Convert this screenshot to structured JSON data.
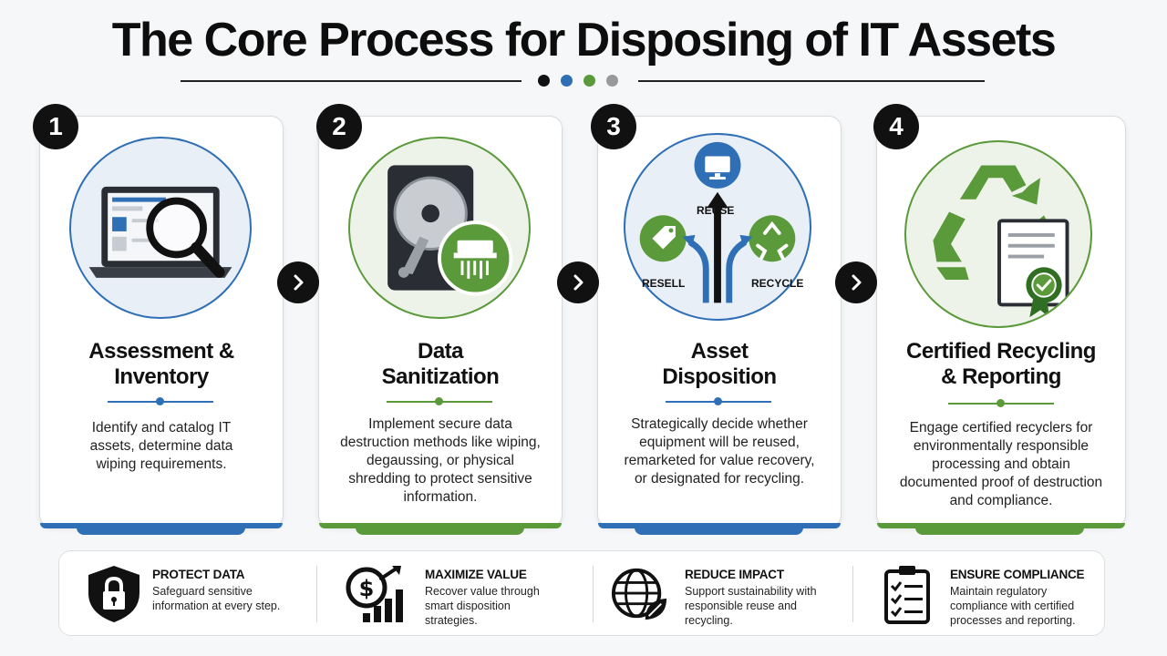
{
  "title": "The Core Process for Disposing of IT Assets",
  "colors": {
    "blue": "#2e6fb5",
    "green": "#5a9a3a",
    "grey": "#999999",
    "dark": "#111111"
  },
  "steps": [
    {
      "number": "1",
      "title": "Assessment & Inventory",
      "description": "Identify and catalog IT assets, determine data wiping requirements.",
      "accent": "#2e6fb5"
    },
    {
      "number": "2",
      "title": "Data Sanitization",
      "description": "Implement secure data destruction methods like wiping, degaussing, or physical shredding to protect sensitive information.",
      "accent": "#5a9a3a"
    },
    {
      "number": "3",
      "title": "Asset Disposition",
      "description": "Strategically decide whether equipment will be reused, remarketed for value recovery, or designated for recycling.",
      "accent": "#2e6fb5",
      "labels": {
        "reuse": "REUSE",
        "resell": "RESELL",
        "recycle": "RECYCLE"
      }
    },
    {
      "number": "4",
      "title": "Certified Recycling & Reporting",
      "description": "Engage certified recyclers for environmentally responsible processing and obtain documented proof of destruction and compliance.",
      "accent": "#5a9a3a"
    }
  ],
  "benefits": [
    {
      "heading": "PROTECT DATA",
      "text": "Safeguard sensitive information at every step.",
      "icon": "padlock-shield-icon"
    },
    {
      "heading": "MAXIMIZE VALUE",
      "text": "Recover value through smart disposition strategies.",
      "icon": "dollar-growth-chart-icon"
    },
    {
      "heading": "REDUCE IMPACT",
      "text": "Support sustainability with responsible reuse and recycling.",
      "icon": "globe-leaf-icon"
    },
    {
      "heading": "ENSURE COMPLIANCE",
      "text": "Maintain regulatory compliance with certified processes and reporting.",
      "icon": "clipboard-checklist-icon"
    }
  ]
}
